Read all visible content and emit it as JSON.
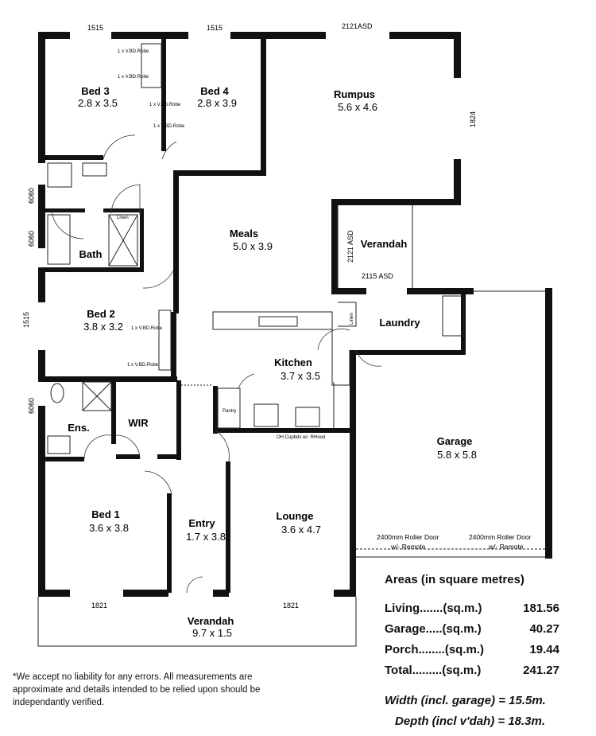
{
  "rooms": {
    "bed3": {
      "name": "Bed 3",
      "dim": "2.8 x 3.5"
    },
    "bed4": {
      "name": "Bed 4",
      "dim": "2.8 x 3.9"
    },
    "rumpus": {
      "name": "Rumpus",
      "dim": "5.6 x 4.6"
    },
    "meals": {
      "name": "Meals",
      "dim": "5.0 x 3.9"
    },
    "verandah_side": {
      "name": "Verandah"
    },
    "bath": {
      "name": "Bath"
    },
    "bed2": {
      "name": "Bed 2",
      "dim": "3.8 x 3.2"
    },
    "laundry": {
      "name": "Laundry"
    },
    "kitchen": {
      "name": "Kitchen",
      "dim": "3.7 x 3.5"
    },
    "ens": {
      "name": "Ens."
    },
    "wir": {
      "name": "WIR"
    },
    "garage": {
      "name": "Garage",
      "dim": "5.8 x 5.8"
    },
    "bed1": {
      "name": "Bed 1",
      "dim": "3.6 x 3.8"
    },
    "entry": {
      "name": "Entry",
      "dim": "1.7 x 3.8"
    },
    "lounge": {
      "name": "Lounge",
      "dim": "3.6 x 4.7"
    },
    "verandah_front": {
      "name": "Verandah",
      "dim": "9.7 x 1.5"
    }
  },
  "windows": {
    "top_bed3": "1515",
    "top_bed4": "1515",
    "top_rumpus": "2121ASD",
    "right_rumpus": "1824",
    "left_bath": "0909",
    "left_bath2": "0909",
    "left_bed2": "1515",
    "left_ens": "0909",
    "bottom_bed1": "1821",
    "bottom_lounge": "1821",
    "verandah_side_v": "2121 ASD",
    "verandah_side_h": "2115 ASD"
  },
  "fixtures": {
    "robe_bed3_a": "1 x V.BD.Robe",
    "robe_bed3_b": "1 x V.BD.Robe",
    "robe_bed4_a": "1 x V.BD.Robe",
    "robe_bed4_b": "1 x V.BD.Robe",
    "robe_bed2_a": "1 x V.BD.Robe",
    "robe_bed2_b": "1 x V.BD.Robe",
    "linen_bath": "Linen",
    "linen_laundry": "Linen",
    "pantry": "Pantry",
    "cupboards": "OH Cupbds w/- RHood",
    "roller_door_1_a": "2400mm Roller Door",
    "roller_door_1_b": "w/- Remote",
    "roller_door_2_a": "2400mm Roller Door",
    "roller_door_2_b": "w/- Remote"
  },
  "areas": {
    "title": "Areas (in square metres)",
    "rows": [
      {
        "label": "Living.......(sq.m.)",
        "value": "181.56"
      },
      {
        "label": "Garage.....(sq.m.)",
        "value": "40.27"
      },
      {
        "label": "Porch........(sq.m.)",
        "value": "19.44"
      },
      {
        "label": "Total.........(sq.m.)",
        "value": "241.27"
      }
    ],
    "width": "Width (incl. garage) = 15.5m.",
    "depth": "Depth (incl v'dah) = 18.3m."
  },
  "disclaimer": "*We accept no liability for any errors. All measurements are approximate and details intended to be relied upon should be independantly verified."
}
